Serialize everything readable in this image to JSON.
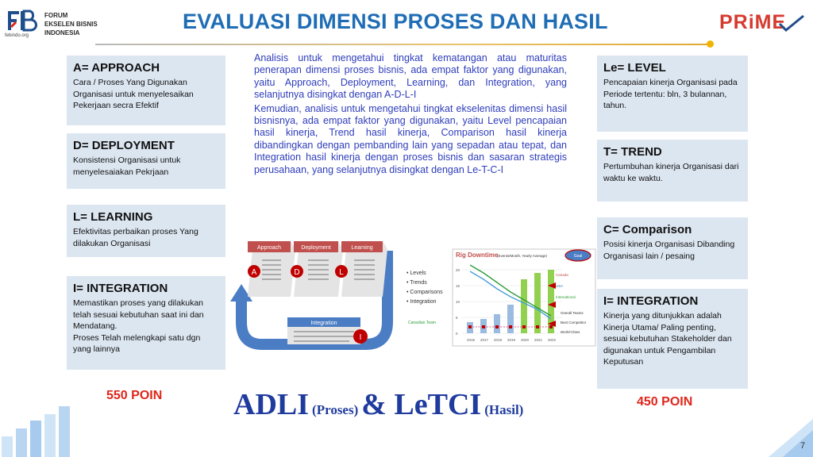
{
  "header": {
    "org_lines": [
      "FORUM",
      "EKSELEN BISNIS",
      "INDONESIA"
    ],
    "org_site": "febindo.org",
    "title": "EVALUASI DIMENSI  PROSES DAN HASIL",
    "brand": "PRiME"
  },
  "left_boxes": [
    {
      "title": "A= APPROACH",
      "text": "Cara / Proses  Yang Digunakan Organisasi untuk menyelesaikan Pekerjaan secra Efektif"
    },
    {
      "title": "D= DEPLOYMENT",
      "text": "Konsistensi Organisasi untuk menyelesaiakan Pekrjaan"
    },
    {
      "title": "L= LEARNING",
      "text": "Efektivitas perbaikan proses Yang dilakukan Organisasi"
    },
    {
      "title": "I= INTEGRATION",
      "text": "Memastikan proses yang dilakukan telah sesuai kebutuhan  saat ini dan Mendatang.\nProses Telah melengkapi satu dgn yang lainnya"
    }
  ],
  "right_boxes": [
    {
      "title": "Le= LEVEL",
      "text": "Pencapaian  kinerja Organisasi pada Periode tertentu:  bln, 3 bulannan, tahun."
    },
    {
      "title": "T= TREND",
      "text": "Pertumbuhan  kinerja Organisasi dari waktu ke waktu."
    },
    {
      "title": "C= Comparison",
      "text": "Posisi kinerja Organisasi Dibanding Organisasi lain / pesaing"
    },
    {
      "title": "I= INTEGRATION",
      "text": "Kinerja  yang ditunjukkan adalah Kinerja Utama/ Paling penting, sesuai kebutuhan Stakeholder dan digunakan untuk Pengambilan Keputusan"
    }
  ],
  "center_text": {
    "p1": "Analisis untuk mengetahui tingkat kematangan atau maturitas penerapan dimensi proses bisnis, ada empat faktor yang digunakan, yaitu Approach, Deployment, Learning, dan Integration, yang selanjutnya disingkat dengan A-D-L-I",
    "p2": "Kemudian, analisis untuk mengetahui tingkat ekselenitas dimensi hasil bisnisnya, ada empat faktor yang digunakan, yaitu Level pencapaian hasil kinerja, Trend hasil kinerja, Comparison hasil kinerja dibandingkan dengan pembanding lain yang sepadan atau tepat, dan Integration hasil kinerja dengan proses bisnis dan sasaran strategis perusahaan, yang selanjutnya disingkat dengan Le-T-C-I"
  },
  "diagram": {
    "stages": [
      "Approach",
      "Deployment",
      "Learning",
      "Integration"
    ],
    "letters": [
      "A",
      "D",
      "L",
      "I"
    ]
  },
  "chart": {
    "bullets": [
      "Levels",
      "Trends",
      "Comparisons",
      "Integration"
    ],
    "title": "Rig Downtime",
    "subtitle": "(Events/Month, Yearly Average)",
    "goal_label": "Goal",
    "years": [
      "2016",
      "2017",
      "2018",
      "2019",
      "2020",
      "2021",
      "2022"
    ],
    "series_labels": [
      "Canada",
      "USA",
      "International"
    ],
    "legend": [
      "Overall Teams",
      "Best Competitor",
      "World-Class"
    ],
    "side_label": "Canadian Team",
    "y_ticks": [
      "20",
      "15",
      "10",
      "5",
      "0"
    ]
  },
  "points": {
    "left": "550 POIN",
    "right": "450 POIN"
  },
  "bottom": {
    "adli": "ADLI",
    "proses": "(Proses)",
    "amp": "& LeTCI",
    "hasil": "(Hasil)"
  },
  "page_number": "7",
  "colors": {
    "title_blue": "#1f6db5",
    "box_bg": "#dce6f1",
    "center_text": "#2e3dbb",
    "points_red": "#e0261b",
    "adli_blue": "#1f3b9e"
  }
}
